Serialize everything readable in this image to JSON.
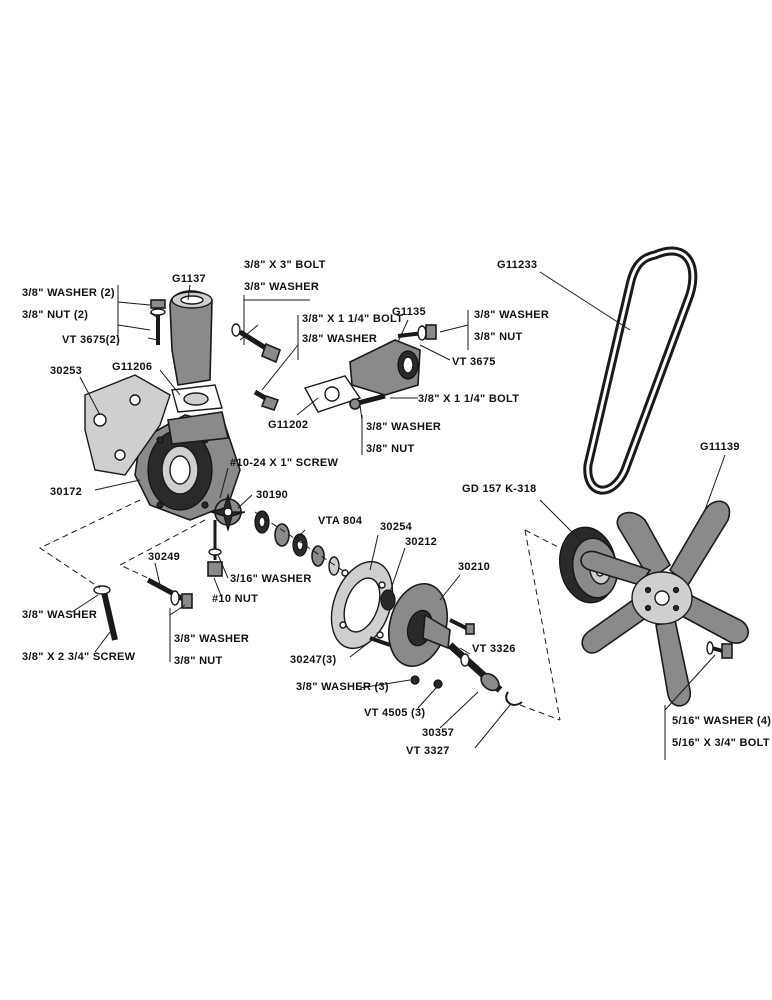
{
  "labels": {
    "washer_2": "3/8\" WASHER (2)",
    "nut_2": "3/8\" NUT (2)",
    "vt3675_2": "VT 3675(2)",
    "p30253": "30253",
    "p30172": "30172",
    "g11137": "G1137",
    "g11206": "G11206",
    "bolt_3": "3/8\" X 3\" BOLT",
    "washer_a": "3/8\" WASHER",
    "bolt_114a": "3/8\" X 1 1/4\" BOLT",
    "washer_b": "3/8\" WASHER",
    "g11135": "G1135",
    "washer_c": "3/8\" WASHER",
    "nut_c": "3/8\" NUT",
    "vt3675": "VT 3675",
    "g11202": "G11202",
    "bolt_114b": "3/8\" X 1 1/4\" BOLT",
    "washer_d": "3/8\" WASHER",
    "nut_d": "3/8\" NUT",
    "screw_1024": "#10-24 X 1\" SCREW",
    "p30190": "30190",
    "vta804": "VTA 804",
    "p30254": "30254",
    "p30212": "30212",
    "p30210": "30210",
    "p30249": "30249",
    "washer_316": "3/16\" WASHER",
    "nut_10": "#10 NUT",
    "washer_e": "3/8\" WASHER",
    "screw_234": "3/8\" X 2 3/4\" SCREW",
    "washer_f": "3/8\" WASHER",
    "nut_f": "3/8\" NUT",
    "p30247": "30247(3)",
    "vt3326": "VT 3326",
    "washer_3": "3/8\" WASHER (3)",
    "vt4505": "VT 4505 (3)",
    "p30357": "30357",
    "vt3327": "VT 3327",
    "g11233": "G11233",
    "gd157": "GD 157 K-318",
    "g11139": "G11139",
    "washer_4": "5/16\" WASHER (4)",
    "bolt_4": "5/16\" X 3/4\" BOLT (4)"
  }
}
